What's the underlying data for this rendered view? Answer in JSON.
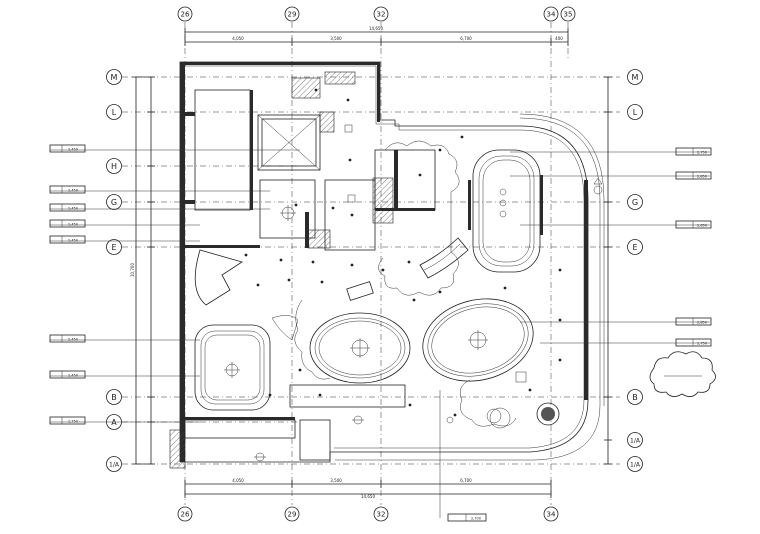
{
  "grid": {
    "top_labels": [
      "26",
      "29",
      "32",
      "34",
      "35"
    ],
    "bottom_labels": [
      "26",
      "29",
      "32",
      "34"
    ],
    "left_labels": [
      "M",
      "L",
      "H",
      "G",
      "E",
      "B",
      "A",
      "1/A"
    ],
    "right_labels": [
      "M",
      "L",
      "G",
      "E",
      "B",
      "1/A",
      "1/A"
    ]
  },
  "dims": {
    "top_segments": [
      "4,050",
      "3,500",
      "6,700",
      "400"
    ],
    "top_total": "14,650",
    "bottom_segments": [
      "4,050",
      "3,500",
      "6,700"
    ],
    "bottom_total": "14,650",
    "left_total": "10,700"
  },
  "left_tags": [
    "2,450",
    "2,450",
    "2,450",
    "2,450",
    "2,450",
    "2,450",
    "2,450",
    "2,750"
  ],
  "right_tags": [
    "2,750",
    "2,850",
    "2,650",
    "2,850",
    "2,750"
  ],
  "bottom_tag": "2,700"
}
